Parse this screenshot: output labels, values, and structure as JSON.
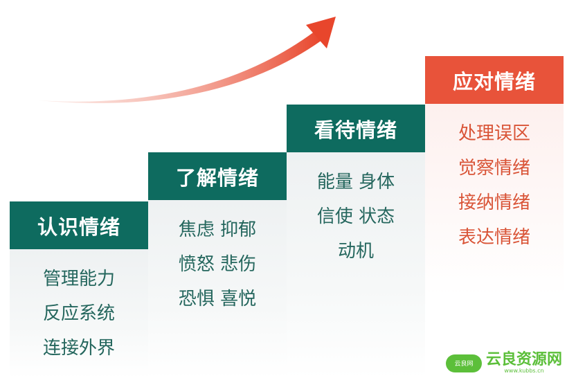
{
  "columns": [
    {
      "title": "认识情绪",
      "items": [
        "管理能力",
        "反应系统",
        "连接外界"
      ]
    },
    {
      "title": "了解情绪",
      "items": [
        "焦虑 抑郁",
        "愤怒 悲伤",
        "恐惧 喜悦"
      ]
    },
    {
      "title": "看待情绪",
      "items": [
        "能量 身体",
        "信使 状态",
        "动机"
      ]
    },
    {
      "title": "应对情绪",
      "items": [
        "处理误区",
        "觉察情绪",
        "接纳情绪",
        "表达情绪"
      ]
    }
  ],
  "colors": {
    "teal": "#0e6b5f",
    "red": "#e8533a"
  },
  "watermark": {
    "cloud": "云良网",
    "name": "云良资源网",
    "url": "www.kubbs.cn"
  }
}
